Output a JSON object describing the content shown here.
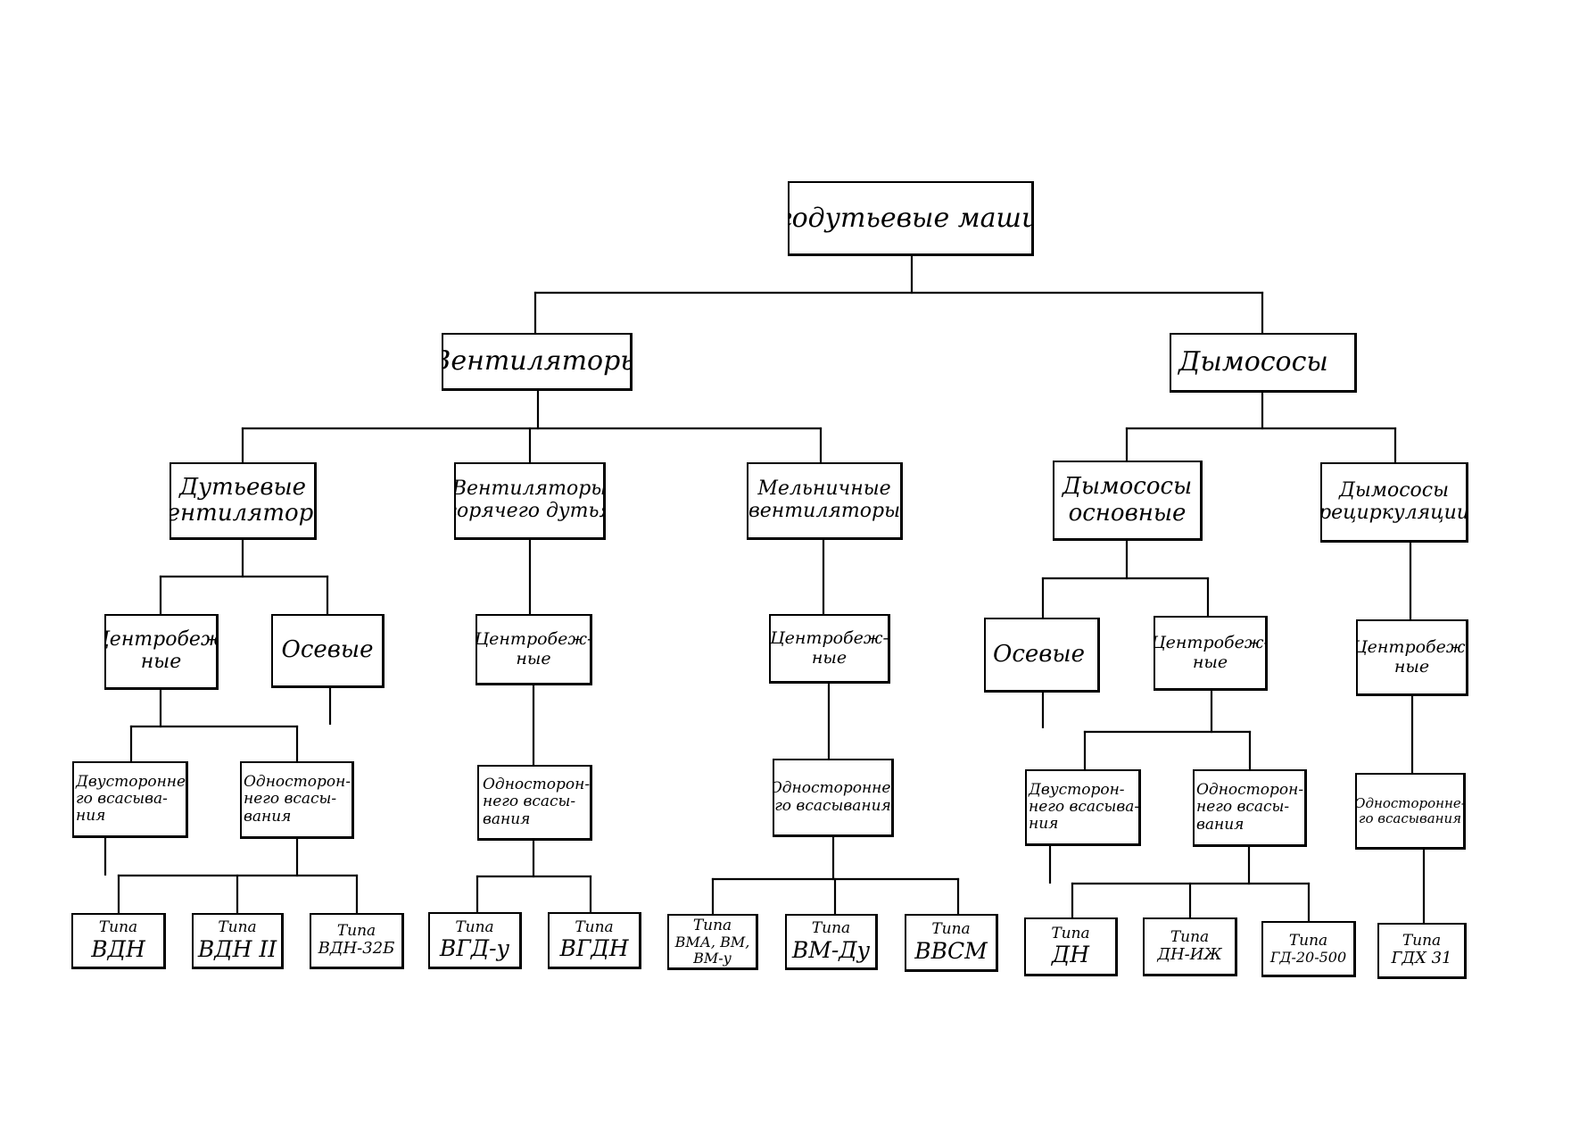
{
  "diagram": {
    "nodes": {
      "root": {
        "lines": [
          "Тягодутьевые машины"
        ]
      },
      "ventilators": {
        "lines": [
          "Вентиляторы"
        ]
      },
      "smoke_exhausters": {
        "lines": [
          "Дымососы"
        ]
      },
      "blower_fans": {
        "lines": [
          "Дутьевые",
          "вентиляторы"
        ]
      },
      "hot_blast_fans": {
        "lines": [
          "Вентиляторы",
          "горячего дутья"
        ]
      },
      "mill_fans": {
        "lines": [
          "Мельничные",
          "вентиляторы"
        ]
      },
      "main_exhausters": {
        "lines": [
          "Дымососы",
          "основные"
        ]
      },
      "recirc_exhausters": {
        "lines": [
          "Дымососы",
          "рециркуляции"
        ]
      },
      "blower_centrifugal": {
        "lines": [
          "Центробеж-",
          "ные"
        ]
      },
      "blower_axial": {
        "lines": [
          "Осевые"
        ]
      },
      "hot_centrifugal": {
        "lines": [
          "Центробеж-",
          "ные"
        ]
      },
      "mill_centrifugal": {
        "lines": [
          "Центробеж-",
          "ные"
        ]
      },
      "main_axial": {
        "lines": [
          "Осевые"
        ]
      },
      "main_centrifugal": {
        "lines": [
          "Центробеж-",
          "ные"
        ]
      },
      "recirc_centrifugal": {
        "lines": [
          "Центробеж-",
          "ные"
        ]
      },
      "blower_double": {
        "lines": [
          "Двусторонне-",
          "го всасыва-",
          "ния"
        ]
      },
      "blower_single": {
        "lines": [
          "Односторон-",
          "него всасы-",
          "вания"
        ]
      },
      "hot_single": {
        "lines": [
          "Односторон-",
          "него всасы-",
          "вания"
        ]
      },
      "mill_single": {
        "lines": [
          "Односторонне-",
          "го всасывания"
        ]
      },
      "main_double": {
        "lines": [
          "Двусторон-",
          "него всасыва-",
          "ния"
        ]
      },
      "main_single": {
        "lines": [
          "Односторон-",
          "него всасы-",
          "вания"
        ]
      },
      "recirc_single": {
        "lines": [
          "Одностороннe-",
          "го всасывания"
        ]
      },
      "t_vdn": {
        "lines": [
          "Типа",
          "ВДН"
        ]
      },
      "t_vdn2": {
        "lines": [
          "Типа",
          "ВДН II"
        ]
      },
      "t_vdn32b": {
        "lines": [
          "Типа",
          "ВДН-32Б"
        ]
      },
      "t_vgdu": {
        "lines": [
          "Типа",
          "ВГД-у"
        ]
      },
      "t_vgdn": {
        "lines": [
          "Типа",
          "ВГДН"
        ]
      },
      "t_vma": {
        "lines": [
          "Типа",
          "ВМА, ВМ,",
          "ВМ-у"
        ]
      },
      "t_vmdu": {
        "lines": [
          "Типа",
          "ВМ-Ду"
        ]
      },
      "t_vvsm": {
        "lines": [
          "Типа",
          "ВВСМ"
        ]
      },
      "t_dn": {
        "lines": [
          "Типа",
          "ДН"
        ]
      },
      "t_dnizh": {
        "lines": [
          "Типа",
          "ДН-ИЖ"
        ]
      },
      "t_gd": {
        "lines": [
          "Типа",
          "ГД-20-500"
        ]
      },
      "t_gdh31": {
        "lines": [
          "Типа",
          "ГДХ 31"
        ]
      }
    }
  }
}
